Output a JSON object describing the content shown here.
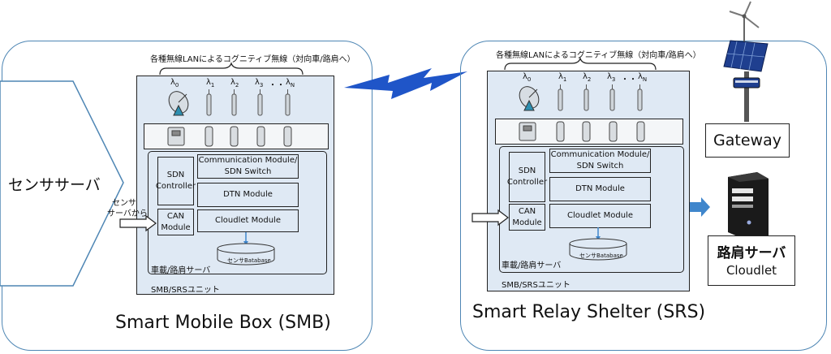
{
  "smb": {
    "title": "Smart Mobile Box (SMB)",
    "brace_label": "各種無線LANによるコグニティブ無線（対向車/路肩へ）",
    "sensor_server": "センササーバ",
    "from_sensor_line1": "センサ",
    "from_sensor_line2": "サーバから",
    "sdn_controller": "SDN Controller",
    "comm_module": "Communication Module/ SDN Switch",
    "dtn_module": "DTN Module",
    "can_module": "CAN Module",
    "cloudlet_module": "Cloudlet Module",
    "database": "センサBatabase",
    "server_label": "車載/路肩サーバ",
    "unit_label": "SMB/SRSユニット",
    "lambdas": [
      "λ",
      "λ",
      "λ",
      "λ",
      "・・",
      "λ"
    ],
    "lambda_subs": [
      "0",
      "1",
      "2",
      "3",
      "",
      "N"
    ]
  },
  "srs": {
    "title": "Smart Relay Shelter (SRS)",
    "brace_label": "各種無線LANによるコグニティブ無線（対向車/路肩へ）",
    "sdn_controller": "SDN Controller",
    "comm_module": "Communication Module/ SDN Switch",
    "dtn_module": "DTN Module",
    "can_module": "CAN Module",
    "cloudlet_module": "Cloudlet Module",
    "database": "センサBatabase",
    "server_label": "車載/路肩サーバ",
    "unit_label": "SMB/SRSユニット",
    "lambdas": [
      "λ",
      "λ",
      "λ",
      "λ",
      "・・",
      "λ"
    ],
    "lambda_subs": [
      "0",
      "1",
      "2",
      "3",
      "",
      "N"
    ]
  },
  "gateway": {
    "label": "Gateway"
  },
  "roadside": {
    "label": "路肩サーバ",
    "sublabel": "Cloudlet"
  },
  "colors": {
    "outer_border": "#4e86b4",
    "unit_fill": "#dfe9f4",
    "arrow_blue": "#3f86cc",
    "bolt_blue": "#1f55c8"
  }
}
